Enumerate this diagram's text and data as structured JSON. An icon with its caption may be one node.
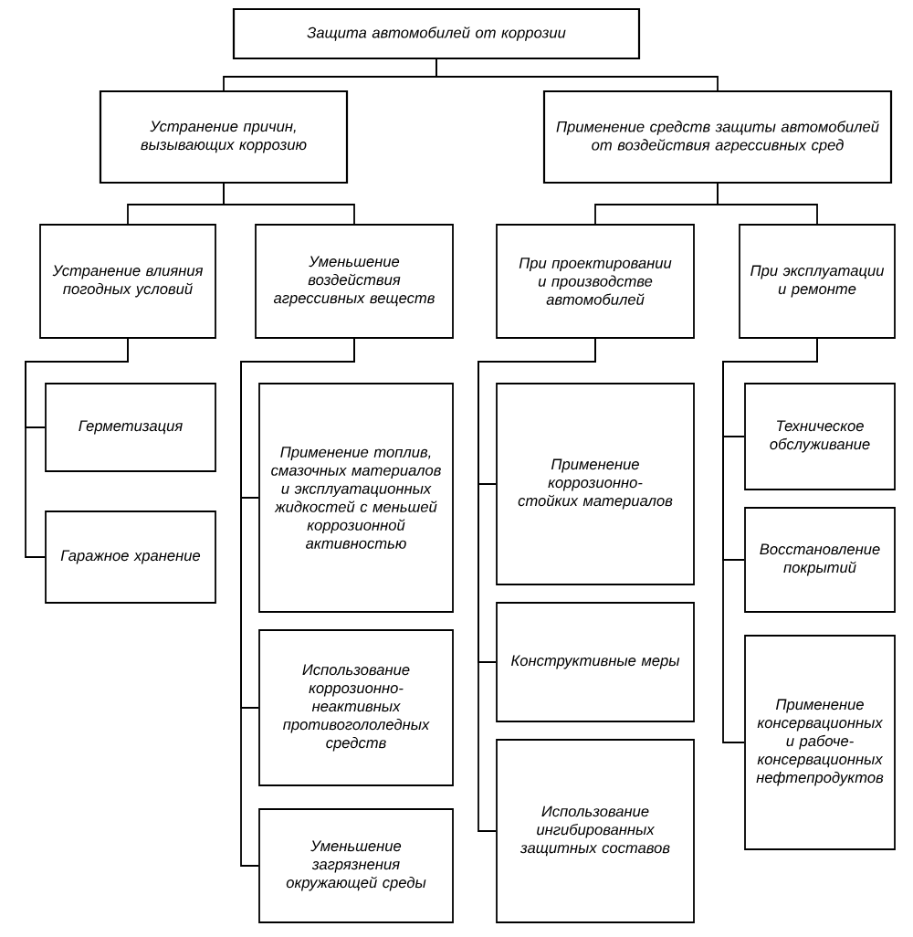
{
  "diagram": {
    "nodes": [
      {
        "text": [
          "Защита автомобилей от коррозии"
        ]
      },
      {
        "text": [
          "Устранение причин, вызывающих коррозию"
        ]
      },
      {
        "text": [
          "Применение средств защиты автомобилей от воздействия агрессивных сред"
        ]
      },
      {
        "text": [
          "Устранение влияния погодных условий"
        ]
      },
      {
        "text": [
          "Уменьшение воздействия агрессивных веществ"
        ]
      },
      {
        "text": [
          "При проектировании и производстве автомобилей"
        ]
      },
      {
        "text": [
          "При эксплуатации и ремонте"
        ]
      },
      {
        "text": [
          "Герметизация"
        ]
      },
      {
        "text": [
          "Гаражное хранение"
        ]
      },
      {
        "text": [
          "Применение топлив, смазочных материалов и эксплуатационных жидкостей с меньшей коррозионной активностью"
        ]
      },
      {
        "text": [
          "Использование коррозионно-неактивных противогололедных средств"
        ]
      },
      {
        "text": [
          "Уменьшение загрязнения окружающей среды"
        ]
      },
      {
        "text": [
          "Применение коррозионно-стойких материалов"
        ]
      },
      {
        "text": [
          "Конструктивные меры"
        ]
      },
      {
        "text": [
          "Использование ингибированных защитных составов"
        ]
      },
      {
        "text": [
          "Техническое обслуживание"
        ]
      },
      {
        "text": [
          "Восстановление покрытий"
        ]
      },
      {
        "text": [
          "Применение консервационных и рабоче-консервационных нефтепродуктов"
        ]
      }
    ],
    "edges": [
      {
        "from": 0,
        "to": 1,
        "arrow": "none"
      },
      {
        "from": 0,
        "to": 2,
        "arrow": "none"
      },
      {
        "from": 1,
        "to": 3,
        "arrow": "none"
      },
      {
        "from": 1,
        "to": 4,
        "arrow": "none"
      },
      {
        "from": 2,
        "to": 5,
        "arrow": "none"
      },
      {
        "from": 2,
        "to": 6,
        "arrow": "none"
      },
      {
        "from": 3,
        "to": 7,
        "arrow": "none"
      },
      {
        "from": 3,
        "to": 8,
        "arrow": "none"
      },
      {
        "from": 4,
        "to": 9,
        "arrow": "none"
      },
      {
        "from": 4,
        "to": 10,
        "arrow": "none"
      },
      {
        "from": 4,
        "to": 11,
        "arrow": "none"
      },
      {
        "from": 5,
        "to": 12,
        "arrow": "none"
      },
      {
        "from": 5,
        "to": 13,
        "arrow": "none"
      },
      {
        "from": 5,
        "to": 14,
        "arrow": "none"
      },
      {
        "from": 6,
        "to": 15,
        "arrow": "none"
      },
      {
        "from": 6,
        "to": 16,
        "arrow": "none"
      },
      {
        "from": 6,
        "to": 17,
        "arrow": "none"
      }
    ]
  }
}
